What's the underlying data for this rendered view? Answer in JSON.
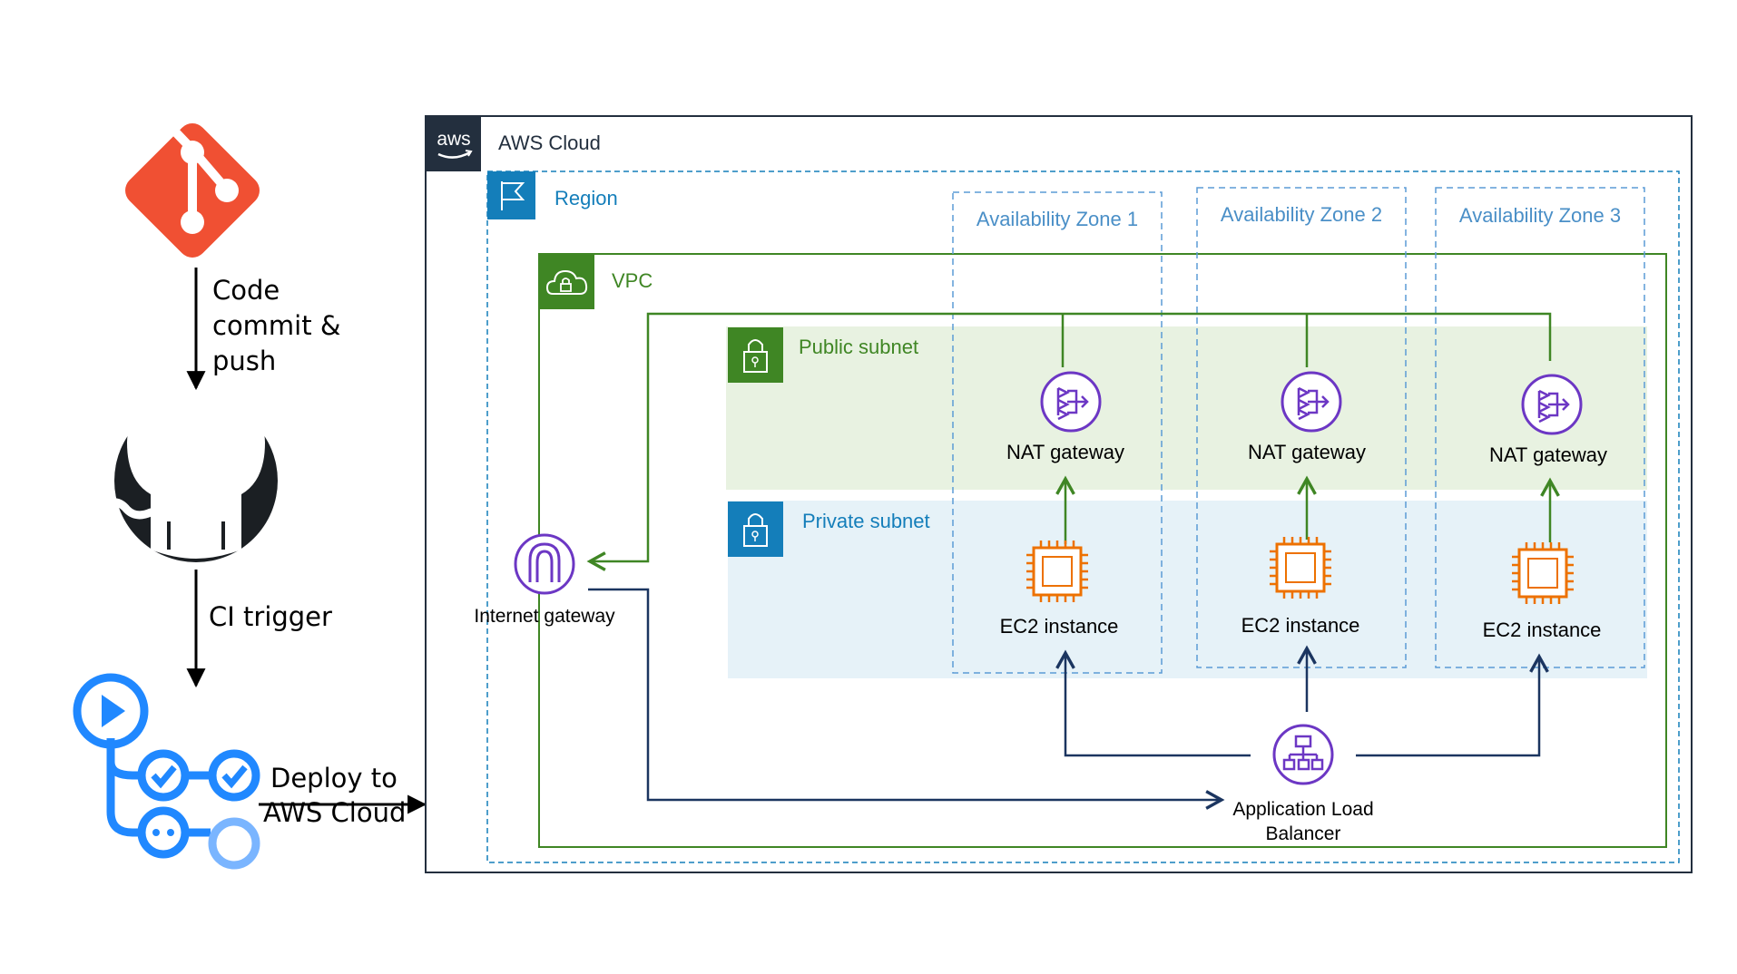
{
  "pipeline": {
    "git_to_github_label": [
      "Code",
      "commit &",
      "push"
    ],
    "github_to_actions_label": "CI trigger",
    "deploy_label": [
      "Deploy to",
      "AWS Cloud"
    ]
  },
  "aws": {
    "cloud_title": "AWS Cloud",
    "aws_logo_text": "aws",
    "region_title": "Region",
    "vpc_title": "VPC",
    "public_subnet_title": "Public subnet",
    "private_subnet_title": "Private subnet",
    "zones": [
      {
        "title": "Availability Zone 1",
        "nat_label": "NAT gateway",
        "ec2_label": "EC2 instance"
      },
      {
        "title": "Availability Zone 2",
        "nat_label": "NAT gateway",
        "ec2_label": "EC2 instance"
      },
      {
        "title": "Availability Zone 3",
        "nat_label": "NAT gateway",
        "ec2_label": "EC2 instance"
      }
    ],
    "internet_gateway_label": "Internet gateway",
    "alb_label": [
      "Application Load",
      "Balancer"
    ]
  },
  "colors": {
    "git": "#f05033",
    "github": "#1b1f23",
    "actions": "#2088ff",
    "aws_dark": "#232f3e",
    "region_blue": "#147eba",
    "vpc_green": "#3f8624",
    "public_fill": "#e8f2e1",
    "private_fill": "#e6f2f8",
    "az_blue": "#5b9bd5",
    "purple": "#6c37c4",
    "ec2_orange": "#ed7100",
    "navy": "#1b3560"
  }
}
